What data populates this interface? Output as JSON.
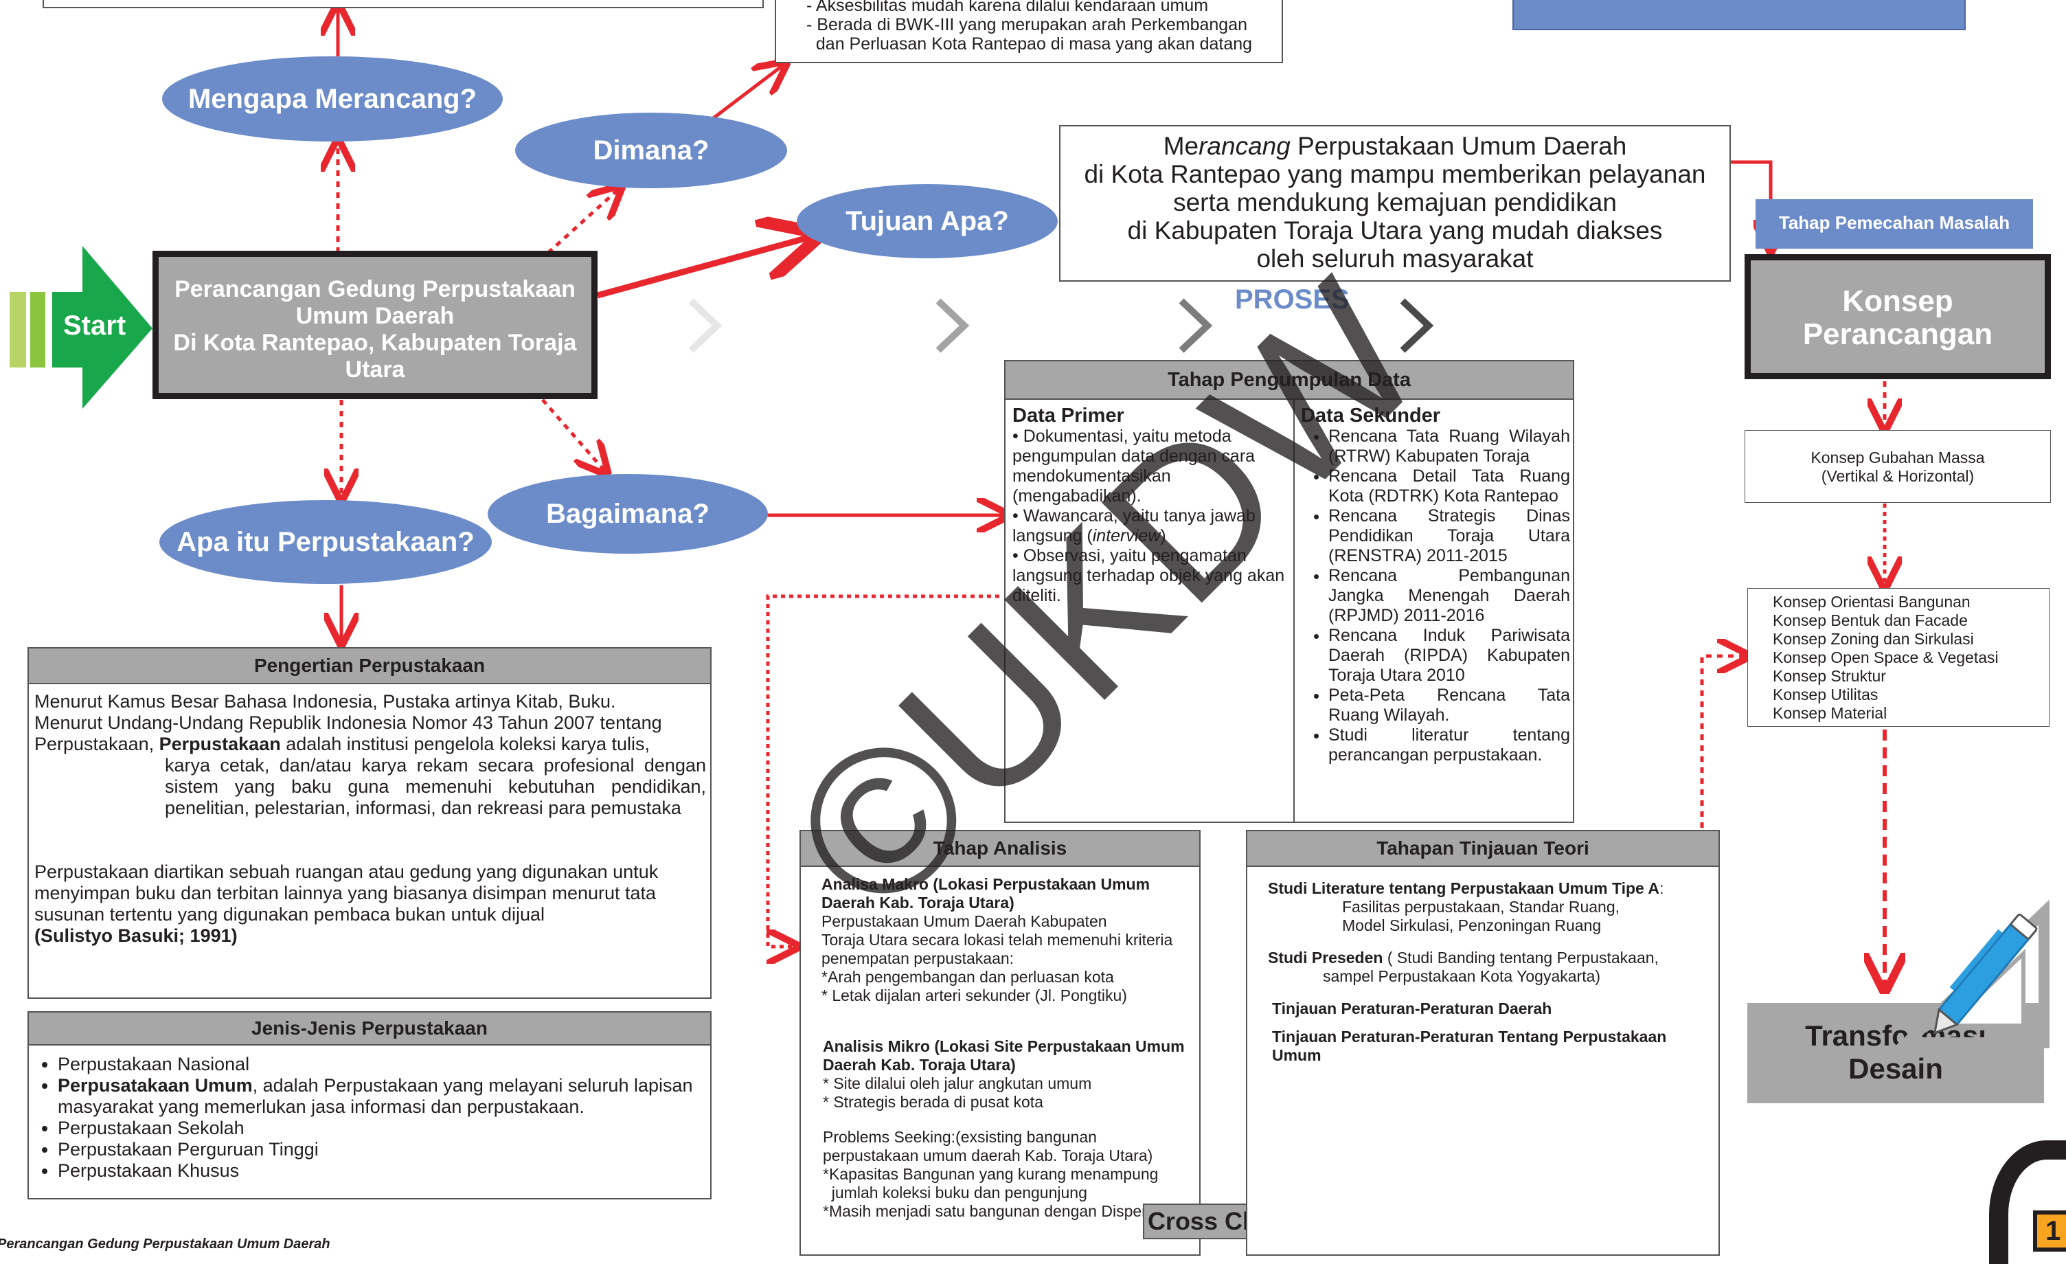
{
  "top": {
    "dimana_detail": [
      "- Aksesbilitas mudah karena dilalui kendaraan umum",
      "- Berada di BWK-III yang merupakan arah Perkembangan",
      "  dan Perluasan Kota Rantepao di masa yang akan datang"
    ]
  },
  "questions": {
    "mengapa": "Mengapa Merancang?",
    "dimana": "Dimana?",
    "tujuan": "Tujuan Apa?",
    "bagaimana": "Bagaimana?",
    "apa": "Apa itu Perpustakaan?"
  },
  "start": "Start",
  "main_box": [
    "Perancangan Gedung Perpustakaan",
    "Umum Daerah",
    "Di Kota Rantepao, Kabupaten Toraja",
    "Utara"
  ],
  "tujuan_box": {
    "line1_a": "Me",
    "line1_b": "rancang",
    "line1_c": " Perpustakaan Umum Daerah",
    "line2": "di Kota Rantepao yang mampu memberikan pelayanan",
    "line3": "serta mendukung kemajuan pendidikan",
    "line4": "di Kabupaten Toraja Utara yang mudah diakses",
    "line5": "oleh seluruh masyarakat"
  },
  "proses": "PROSES",
  "pengumpulan": {
    "title": "Tahap Pengumpulan Data",
    "primer_title": "Data Primer",
    "primer_items": [
      "•   Dokumentasi, yaitu metoda pengumpulan data dengan cara mendokumentasikan (mengabadikan).",
      "•   Wawancara, yaitu tanya jawab langsung (",
      "•   Observasi, yaitu pengamatan langsung terhadap objek yang akan diteliti."
    ],
    "interview": "interview",
    "sekunder_title": "Data Sekunder",
    "sekunder_items": [
      "Rencana Tata Ruang Wilayah (RTRW) Kabupaten Toraja",
      "Rencana Detail Tata Ruang Kota (RDTRK) Kota Rantepao",
      "Rencana Strategis Dinas Pendidikan Toraja Utara (RENSTRA) 2011-2015",
      "Rencana Pembangunan Jangka Menengah Daerah (RPJMD) 2011-2016",
      "Rencana Induk Pariwisata Daerah (RIPDA) Kabupaten Toraja Utara 2010",
      "Peta-Peta Rencana Tata Ruang Wilayah.",
      "Studi literatur tentang perancangan perpustakaan."
    ]
  },
  "pengertian": {
    "title": "Pengertian Perpustakaan",
    "p1": "Menurut Kamus Besar Bahasa Indonesia, Pustaka artinya Kitab, Buku.",
    "p2": "Menurut Undang-Undang Republik Indonesia Nomor 43 Tahun 2007 tentang",
    "p3a": "Perpustakaan, ",
    "p3b": "Perpustakaan",
    "p3c": " adalah institusi pengelola koleksi karya tulis,",
    "p4": "karya cetak, dan/atau karya rekam secara profesional dengan sistem yang baku guna memenuhi kebutuhan pendidikan, penelitian, pelestarian, informasi, dan rekreasi para pemustaka",
    "p5": "Perpustakaan diartikan sebuah ruangan atau gedung yang digunakan untuk menyimpan buku dan terbitan lainnya yang biasanya disimpan menurut tata susunan tertentu yang digunakan pembaca bukan untuk dijual",
    "p6": "(Sulistyo Basuki; 1991)"
  },
  "jenis": {
    "title": "Jenis-Jenis Perpustakaan",
    "i1": "Perpustakaan Nasional",
    "i2a": "Perpusatakaan Umum",
    "i2b": ", adalah Perpustakaan yang melayani seluruh lapisan masyarakat yang memerlukan jasa informasi dan perpustakaan.",
    "i3": "Perpustakaan Sekolah",
    "i4": "Perpustakaan Perguruan Tinggi",
    "i5": "Perpustakaan Khusus"
  },
  "analisis": {
    "title": "Tahap Analisis",
    "makro_title": "Analisa Makro (Lokasi Perpustakaan Umum Daerah Kab. Toraja Utara)",
    "makro_lines": [
      "Perpustakaan Umum Daerah Kabupaten",
      "Toraja Utara secara lokasi telah memenuhi kriteria",
      "penempatan perpustakaan:",
      "*Arah pengembangan dan perluasan kota",
      "* Letak dijalan arteri sekunder (Jl. Pongtiku)"
    ],
    "mikro_title": "Analisis Mikro (Lokasi Site Perpustakaan Umum Daerah Kab. Toraja Utara)",
    "mikro_lines": [
      "* Site dilalui oleh jalur angkutan umum",
      "* Strategis berada di pusat kota"
    ],
    "problems_lines": [
      "Problems Seeking:(exsisting bangunan",
      "perpustakaan umum daerah Kab. Toraja Utara)",
      "*Kapasitas Bangunan yang kurang menampung",
      "  jumlah koleksi buku dan pengunjung",
      "*Masih menjadi satu bangunan dengan Disperindag"
    ]
  },
  "cross_check": "Cross Check",
  "teori": {
    "title": "Tahapan Tinjauan Teori",
    "s1_title": "Studi Literature tentang Perpustakaan Umum Tipe A",
    "s1_colon": ":",
    "s1_lines": [
      "Fasilitas perpustakaan, Standar Ruang,",
      "Model Sirkulasi, Penzoningan Ruang"
    ],
    "s2_title": "Studi Preseden",
    "s2_rest": " ( Studi Banding tentang Perpustakaan,",
    "s2_line2": "sampel Perpustakaan Kota Yogyakarta)",
    "s3": "Tinjauan Peraturan-Peraturan Daerah",
    "s4": "Tinjauan Peraturan-Peraturan Tentang Perpustakaan Umum"
  },
  "pemecahan": "Tahap Pemecahan Masalah",
  "konsep": [
    "Konsep",
    "Perancangan"
  ],
  "gubahan": [
    "Konsep Gubahan Massa",
    "(Vertikal & Horizontal)"
  ],
  "konsep_list": [
    "Konsep Orientasi Bangunan",
    "Konsep Bentuk dan Facade",
    "Konsep Zoning dan Sirkulasi",
    "Konsep Open Space & Vegetasi",
    "Konsep Struktur",
    "Konsep Utilitas",
    "Konsep Material"
  ],
  "transformasi": [
    "Transformasi",
    "Desain"
  ],
  "watermark": "©UKDW",
  "footer_caption": "Perancangan Gedung Perpustakaan Umum Daerah",
  "page_number": "1",
  "colors": {
    "ellipse": "#6b8cc9",
    "arrow": "#e8262d",
    "gray": "#a7a7a8",
    "green": "#18a84b",
    "blue_box": "#6b8cc9"
  }
}
